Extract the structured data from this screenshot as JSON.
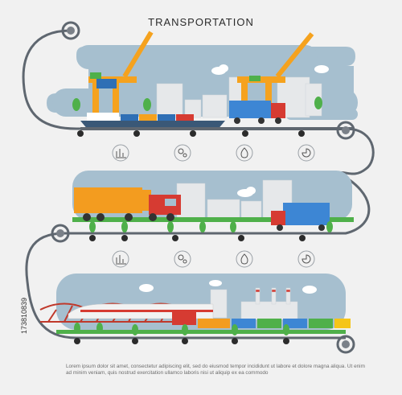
{
  "title": "TRANSPORTATION",
  "footer": "Lorem ipsum dolor sit amet, consectetur adipiscing elit, sed do eiusmod tempor incididunt ut labore et dolore magna aliqua. Ut enim ad minim veniam, quis nostrud exercitation ullamco laboris nisi ut aliquip ex ea commodo",
  "stock_id": "173810839",
  "icons": {
    "row1": [
      "chart-icon",
      "gears-icon",
      "flame-icon",
      "pie-chart-icon"
    ],
    "row2": [
      "chart-icon",
      "gears-icon",
      "flame-icon",
      "pie-chart-icon"
    ]
  },
  "colors": {
    "road": "#5f6770",
    "sky_cloud": "#a6bfcf",
    "grass": "#4fb04a",
    "truck_orange": "#f39c1f",
    "truck_red": "#d63b32",
    "truck_blue": "#3d86d4",
    "crane_orange": "#f5a21e"
  }
}
